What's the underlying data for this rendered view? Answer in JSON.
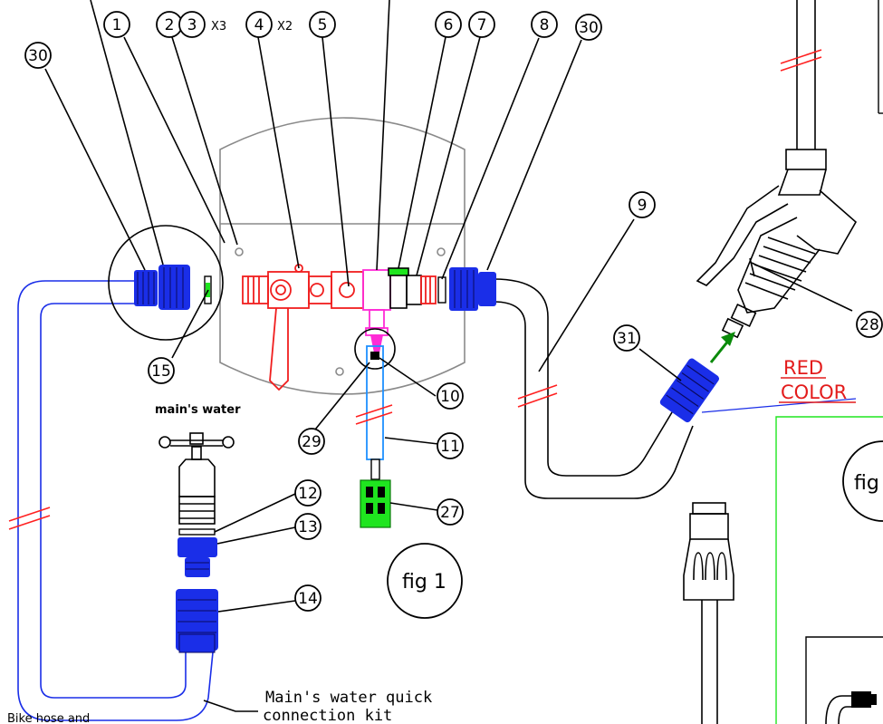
{
  "callouts": {
    "c1": "1",
    "c2": "2",
    "c3": "3",
    "c4": "4",
    "c5": "5",
    "c6": "6",
    "c7": "7",
    "c8": "8",
    "c9": "9",
    "c10": "10",
    "c11": "11",
    "c12": "12",
    "c13": "13",
    "c14": "14",
    "c15": "15",
    "c27": "27",
    "c28": "28",
    "c29": "29",
    "c30a": "30",
    "c30b": "30",
    "c31": "31"
  },
  "multipliers": {
    "x3": "X3",
    "x2": "X2"
  },
  "labels": {
    "mains_water": "main's water",
    "quick_kit_line1": "Main's water quick",
    "quick_kit_line2": "connection kit",
    "red_color_line1": "RED",
    "red_color_line2": "COLOR",
    "fig1": "fig 1",
    "fig2_partial": "fig",
    "bottom_left_cut": "Bike hose and"
  },
  "colors": {
    "hose_blue": "#1a2ee8",
    "valve_red": "#f01e1e",
    "magenta": "#ff2bd6",
    "cyan": "#1e90ff",
    "green": "#1fe51f",
    "hatch_red": "#ff2020"
  }
}
